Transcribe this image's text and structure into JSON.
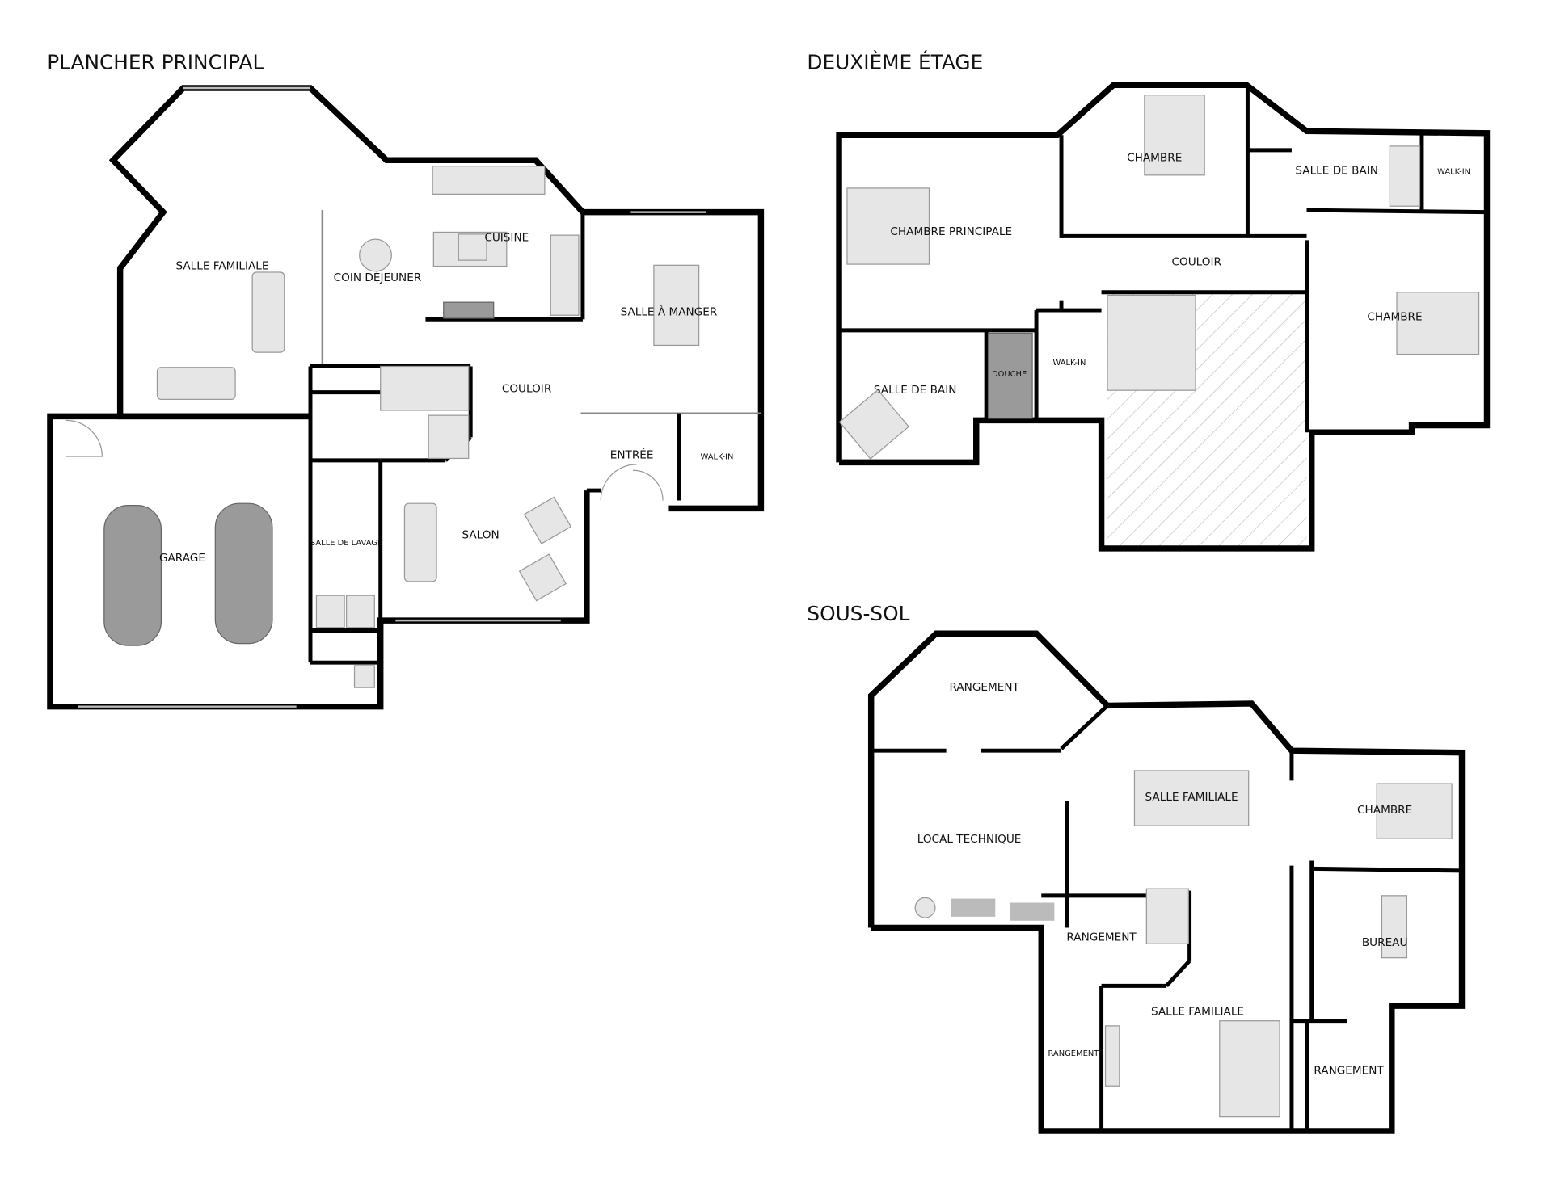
{
  "floors": {
    "main": {
      "title": "PLANCHER PRINCIPAL",
      "rooms": [
        "SALLE FAMILIALE",
        "CUISINE",
        "COIN DÉJEUNER",
        "SALLE À MANGER",
        "COULOIR",
        "ENTRÉE",
        "WALK-IN",
        "GARAGE",
        "SALLE DE LAVAGE",
        "SALON"
      ]
    },
    "second": {
      "title": "DEUXIÈME ÉTAGE",
      "rooms": [
        "CHAMBRE",
        "SALLE DE BAIN",
        "WALK-IN",
        "CHAMBRE PRINCIPALE",
        "COULOIR",
        "CHAMBRE",
        "SALLE DE BAIN",
        "DOUCHE",
        "WALK-IN"
      ]
    },
    "basement": {
      "title": "SOUS-SOL",
      "rooms": [
        "RANGEMENT",
        "SALLE FAMILIALE",
        "CHAMBRE",
        "LOCAL TECHNIQUE",
        "BUREAU",
        "RANGEMENT",
        "SALLE FAMILIALE",
        "RANGEMENT",
        "RANGEMENT"
      ]
    }
  },
  "colors": {
    "wall": "#000000",
    "furniture": "#e6e6e6",
    "car": "#9a9a9a",
    "hatch": "#bbbbbb"
  }
}
